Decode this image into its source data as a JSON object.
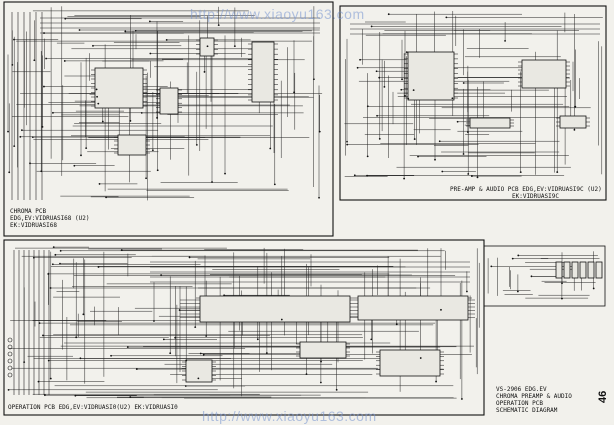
{
  "watermark": {
    "top": "http://www.xiaoyu163.com",
    "bottom": "http://www.xiaoyu163.com"
  },
  "boards": {
    "chroma": {
      "line1": "CHROMA PCB",
      "line2": "EDG,EV:VIDRUASI68 (U2)",
      "line3": "EK:VIDRUASI68"
    },
    "preamp": {
      "line1": "PRE-AMP & AUDIO PCB EDG,EV:VIDRUASI9C (U2)",
      "line2": "EK:VIDRUASI9C"
    },
    "operation": {
      "line1": "OPERATION PCB EDG,EV:VIDRUASI0(U2) EK:VIDRUASI0"
    }
  },
  "title_block": {
    "line1": "VS-2906 EDG.EV",
    "line2": "CHROMA PREAMP & AUDIO",
    "line3": "OPERATION PCB",
    "line4": "SCHEMATIC DIAGRAM"
  },
  "page_number": "46"
}
